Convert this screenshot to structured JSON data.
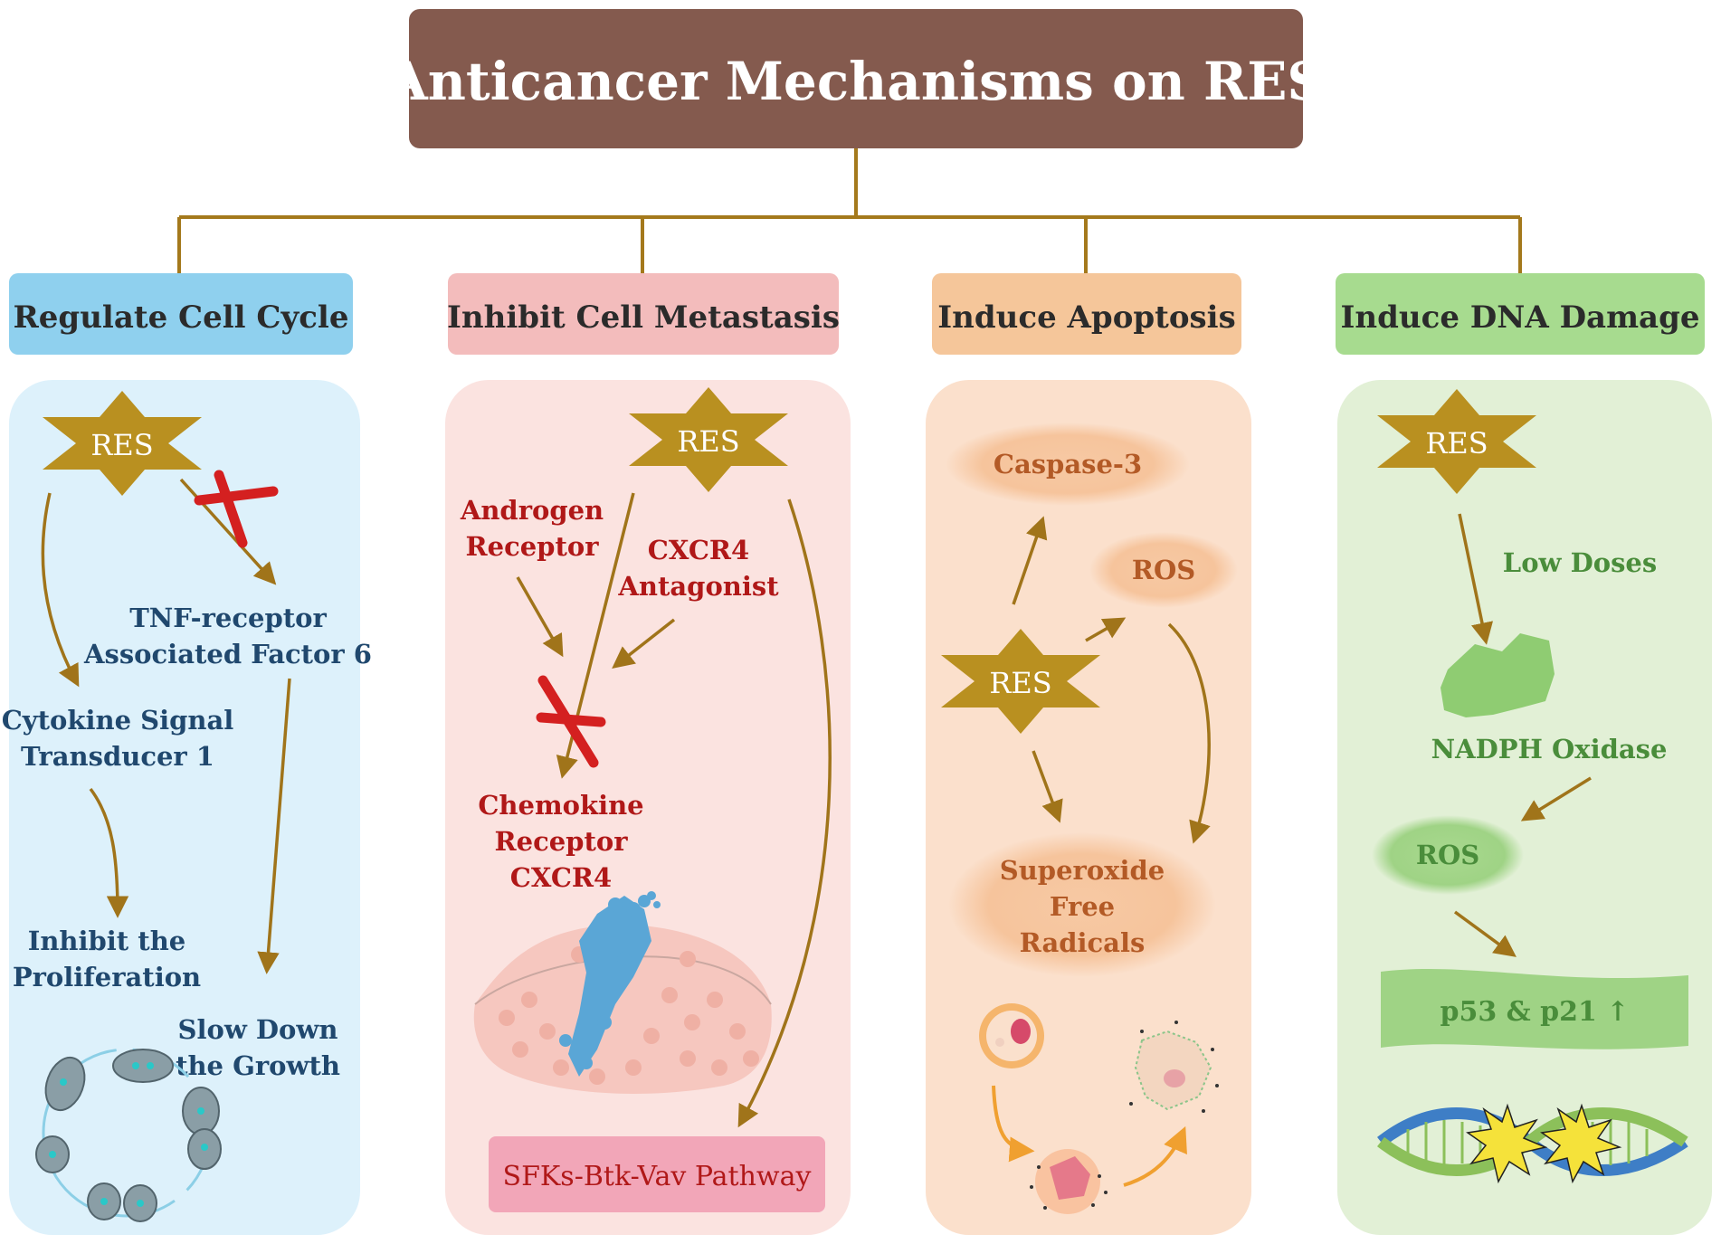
{
  "title": "Anticancer Mechanisms on RES",
  "colors": {
    "title_bg": "#845a4e",
    "connector": "#a4791c",
    "arrow": "#a0741a",
    "star": "#b99020",
    "col1_header": "#8fd0ee",
    "col1_panel": "#ddf1fb",
    "col1_text": "#20486e",
    "col2_header": "#f3bcbc",
    "col2_panel": "#fbe3e0",
    "col2_text": "#b01818",
    "col3_header": "#f5c69a",
    "col3_panel": "#fbe0cc",
    "col3_text": "#b35a26",
    "col4_header": "#a7db8f",
    "col4_panel": "#e2f0d6",
    "col4_text": "#4a8d3b"
  },
  "columns": [
    {
      "header": "Regulate Cell Cycle",
      "res": "RES",
      "tnf_l1": "TNF-receptor",
      "tnf_l2": "Associated Factor 6",
      "cyto_l1": "Cytokine Signal",
      "cyto_l2": "Transducer 1",
      "inhibit_l1": "Inhibit the",
      "inhibit_l2": "Proliferation",
      "slow_l1": "Slow Down",
      "slow_l2": "the Growth"
    },
    {
      "header": "Inhibit Cell Metastasis",
      "res": "RES",
      "androgen_l1": "Androgen",
      "androgen_l2": "Receptor",
      "cxcr4_l1": "CXCR4",
      "cxcr4_l2": "Antagonist",
      "chemo_l1": "Chemokine",
      "chemo_l2": "Receptor",
      "chemo_l3": "CXCR4",
      "pathway": "SFKs-Btk-Vav Pathway"
    },
    {
      "header": "Induce Apoptosis",
      "res": "RES",
      "caspase": "Caspase-3",
      "ros": "ROS",
      "super_l1": "Superoxide",
      "super_l2": "Free",
      "super_l3": "Radicals"
    },
    {
      "header": "Induce DNA Damage",
      "res": "RES",
      "low_doses": "Low Doses",
      "nadph": "NADPH Oxidase",
      "ros": "ROS",
      "p53": "p53 & p21 ↑"
    }
  ]
}
